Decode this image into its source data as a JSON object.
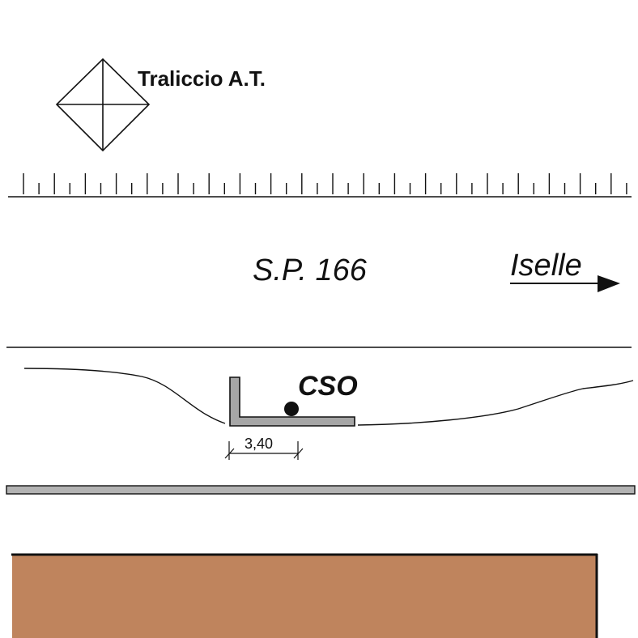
{
  "labels": {
    "tower": "Traliccio A.T.",
    "road": "S.P. 166",
    "direction": "Iselle",
    "station": "CSO",
    "dimension": "3,40"
  },
  "colors": {
    "line": "#111111",
    "wall_fill": "#a6a6a6",
    "rail_fill": "#b3b3b3",
    "ground_fill": "#bf845d"
  },
  "icons": {
    "tower_symbol": "pylon-diamond-icon",
    "direction_arrow": "arrow-right-icon",
    "station_marker": "filled-circle-icon"
  }
}
